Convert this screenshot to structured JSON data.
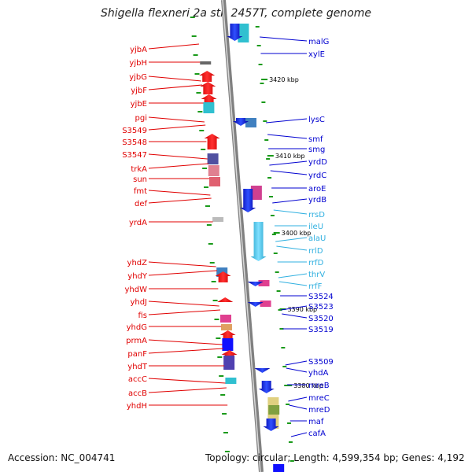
{
  "title": "Shigella flexneri 2a str. 2457T, complete genome",
  "footer": {
    "accession": "Accession: NC_004741",
    "topology": "Topology: circular; Length: 4,599,354 bp; Genes: 4,192"
  },
  "colors": {
    "left": "#e00000",
    "right": "#0000d0",
    "rna": "#30b0e0"
  },
  "kbp_labels": [
    "3420 kbp",
    "3410 kbp",
    "3400 kbp",
    "3390 kbp",
    "3380 kbp"
  ],
  "left_genes": [
    "yjbA",
    "yjbH",
    "yjbG",
    "yjbF",
    "yjbE",
    "pgi",
    "S3549",
    "S3548",
    "S3547",
    "trkA",
    "sun",
    "fmt",
    "def",
    "yrdA",
    "yhdZ",
    "yhdY",
    "yhdW",
    "yhdJ",
    "fis",
    "yhdG",
    "prmA",
    "panF",
    "yhdT",
    "accC",
    "accB",
    "yhdH"
  ],
  "right_genes": [
    {
      "name": "malG",
      "rna": false
    },
    {
      "name": "xylE",
      "rna": false
    },
    {
      "name": "lysC",
      "rna": false
    },
    {
      "name": "smf",
      "rna": false
    },
    {
      "name": "smg",
      "rna": false
    },
    {
      "name": "yrdD",
      "rna": false
    },
    {
      "name": "yrdC",
      "rna": false
    },
    {
      "name": "aroE",
      "rna": false
    },
    {
      "name": "yrdB",
      "rna": false
    },
    {
      "name": "rrsD",
      "rna": true
    },
    {
      "name": "ileU",
      "rna": true
    },
    {
      "name": "alaU",
      "rna": true
    },
    {
      "name": "rrlD",
      "rna": true
    },
    {
      "name": "rrfD",
      "rna": true
    },
    {
      "name": "thrV",
      "rna": true
    },
    {
      "name": "rrfF",
      "rna": true
    },
    {
      "name": "S3524",
      "rna": false
    },
    {
      "name": "S3523",
      "rna": false
    },
    {
      "name": "S3520",
      "rna": false
    },
    {
      "name": "S3519",
      "rna": false
    },
    {
      "name": "S3509",
      "rna": false
    },
    {
      "name": "yhdA",
      "rna": false
    },
    {
      "name": "mreB",
      "rna": false
    },
    {
      "name": "mreC",
      "rna": false
    },
    {
      "name": "mreD",
      "rna": false
    },
    {
      "name": "maf",
      "rna": false
    },
    {
      "name": "cafA",
      "rna": false
    }
  ]
}
